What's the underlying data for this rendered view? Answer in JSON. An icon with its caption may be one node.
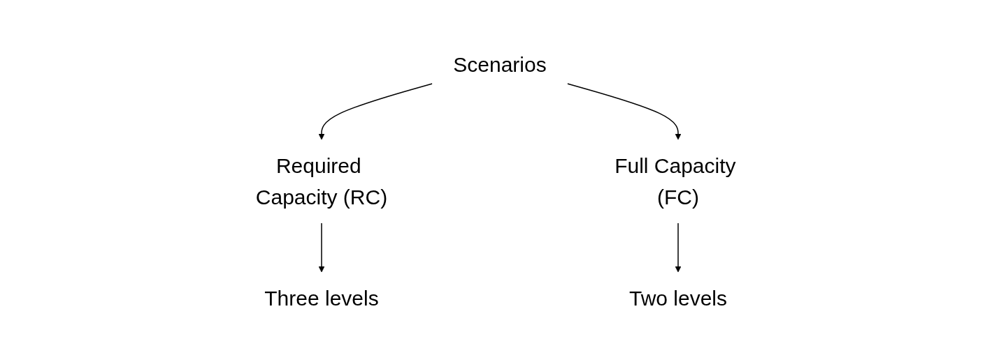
{
  "diagram": {
    "nodes": [
      {
        "text": [
          "Scenarios"
        ]
      },
      {
        "text": [
          "Required Capacity (RC)"
        ]
      },
      {
        "text": [
          "Full Capacity (FC)"
        ]
      },
      {
        "text": [
          "Three levels"
        ]
      },
      {
        "text": [
          "Two levels"
        ]
      }
    ],
    "edges": [
      {
        "from": 0,
        "to": 1,
        "arrow": "to"
      },
      {
        "from": 0,
        "to": 2,
        "arrow": "to"
      },
      {
        "from": 1,
        "to": 3,
        "arrow": "to"
      },
      {
        "from": 2,
        "to": 4,
        "arrow": "to"
      }
    ]
  }
}
